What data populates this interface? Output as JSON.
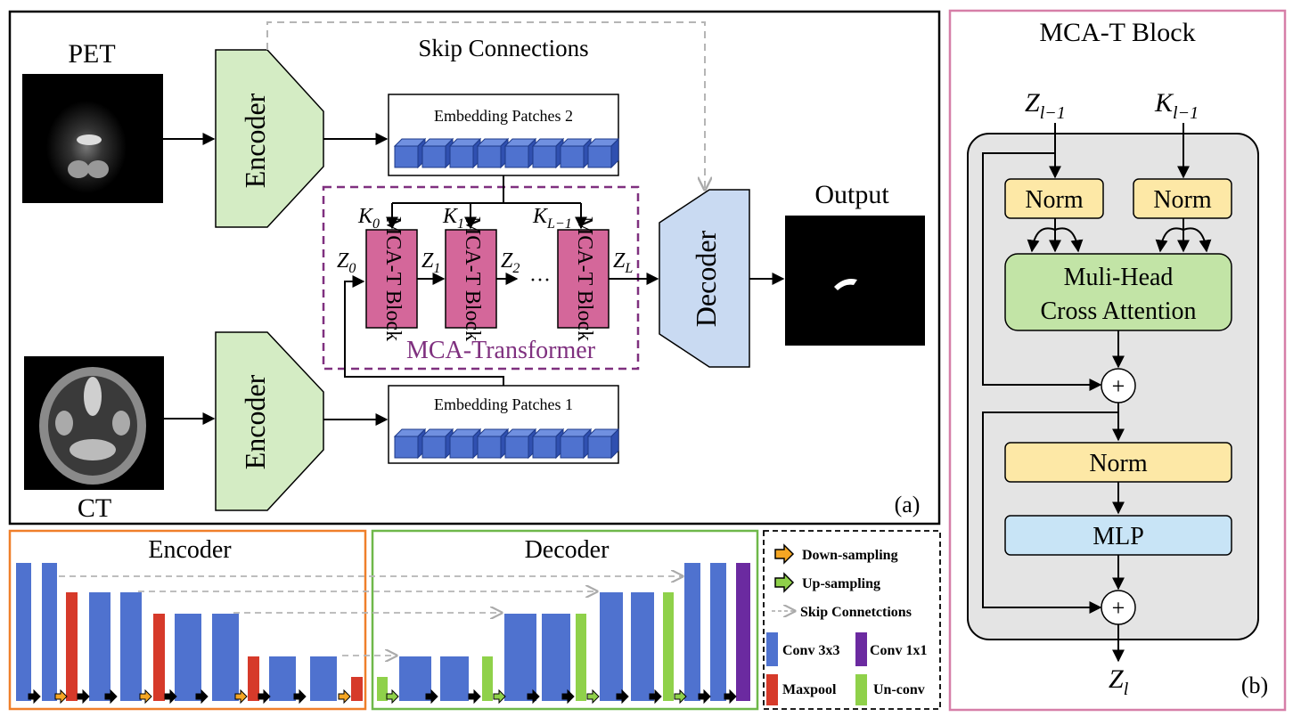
{
  "panel_a": {
    "pet_label": "PET",
    "ct_label": "CT",
    "encoder_label": "Encoder",
    "decoder_label": "Decoder",
    "skip_connections_label": "Skip Connections",
    "embedding_patches_top": "Embedding Patches 2",
    "embedding_patches_bottom": "Embedding Patches 1",
    "output_label": "Output",
    "transformer_label": "MCA-Transformer",
    "block_label": "MCA-T Block",
    "ellipsis": "···",
    "k_labels": [
      "K",
      "K",
      "K"
    ],
    "k_subs": [
      "0",
      "1",
      "L−1"
    ],
    "z_labels": [
      "Z",
      "Z",
      "Z",
      "Z"
    ],
    "z_subs": [
      "0",
      "1",
      "2",
      "L"
    ],
    "panel_tag": "(a)"
  },
  "panel_b": {
    "title": "MCA-T Block",
    "input_z": "Z",
    "input_z_sub": "l−1",
    "input_k": "K",
    "input_k_sub": "l−1",
    "norm_label": "Norm",
    "attention_line1": "Muli-Head",
    "attention_line2": "Cross Attention",
    "mlp_label": "MLP",
    "plus_symbol": "+",
    "output_z": "Z",
    "output_z_sub": "l",
    "panel_tag": "(b)"
  },
  "encoder_detail": {
    "title": "Encoder"
  },
  "decoder_detail": {
    "title": "Decoder"
  },
  "legend": {
    "down_sampling": "Down-sampling",
    "up_sampling": "Up-sampling",
    "skip": "Skip Connetctions",
    "conv3": "Conv 3x3",
    "conv1": "Conv 1x1",
    "maxpool": "Maxpool",
    "unconv": "Un-conv"
  },
  "colors": {
    "encoder_fill": "#d4ecc4",
    "decoder_fill": "#c9daf2",
    "block_fill": "#d4679a",
    "transformer_border": "#7f307f",
    "norm_fill": "#fde8a6",
    "attention_fill": "#c2e4a6",
    "mlp_fill": "#c8e4f6",
    "conv3": "#4f72cf",
    "conv1": "#6b2aa0",
    "maxpool": "#d63a2a",
    "unconv": "#8fd14a",
    "encoder_panel_border": "#ef7f2a",
    "decoder_panel_border": "#6fb84a",
    "panel_b_border": "#d67fa8"
  }
}
